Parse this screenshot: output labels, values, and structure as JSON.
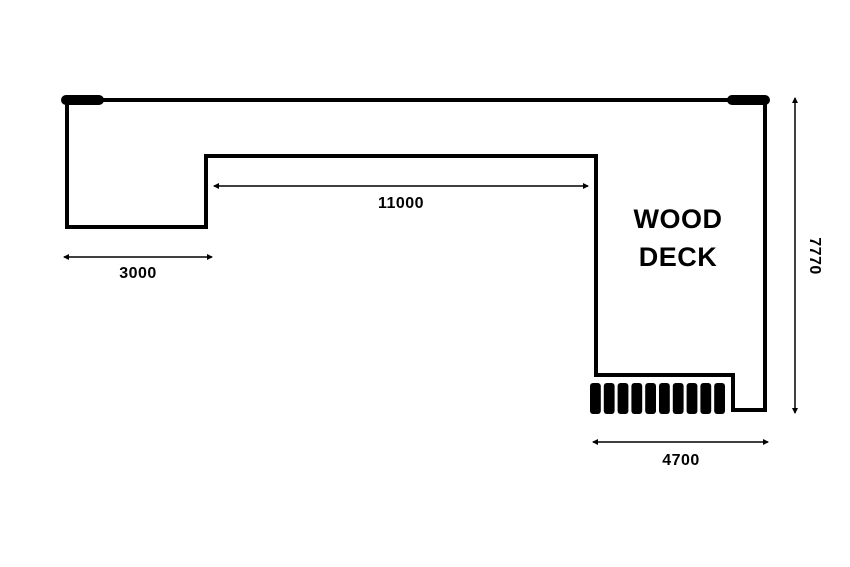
{
  "colors": {
    "line": "#000000",
    "background": "#ffffff"
  },
  "deck_label": {
    "line1": "WOOD",
    "line2": "DECK"
  },
  "dimensions": {
    "left_section_width": "3000",
    "upper_span": "11000",
    "bottom_width": "4700",
    "overall_height": "7770"
  },
  "stairs": {
    "step_count": 10
  }
}
